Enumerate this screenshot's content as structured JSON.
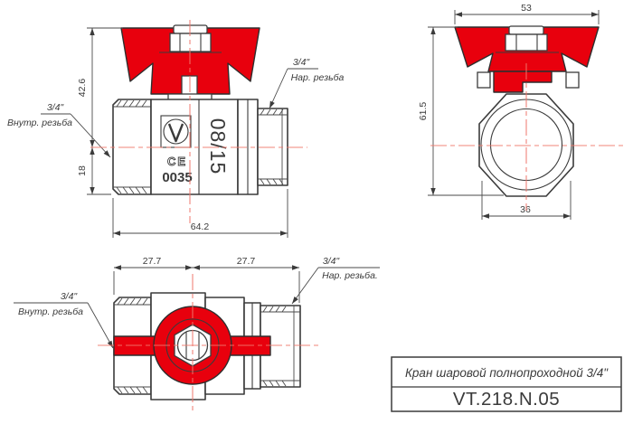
{
  "title_block": {
    "product_name": "Кран шаровой полнопроходной 3/4\"",
    "article": "VT.218.N.05"
  },
  "views": {
    "front": {
      "dim_height_upper": "42.6",
      "dim_height_lower": "18",
      "dim_length": "64.2",
      "label_internal_size": "3/4\"",
      "label_internal_thread": "Внутр. резьба",
      "label_external_size": "3/4\"",
      "label_external_thread": "Нар. резьба",
      "markings": {
        "ce_mark": "CE",
        "ce_number": "0035",
        "date_code": "08/15"
      }
    },
    "side": {
      "dim_width": "53",
      "dim_height": "61.5",
      "dim_bottom_width": "36"
    },
    "top": {
      "dim_left_half": "27.7",
      "dim_right_half": "27.7",
      "label_internal_size": "3/4\"",
      "label_internal_thread": "Внутр. резьба",
      "label_external_size": "3/4\"",
      "label_external_thread": "Нар. резьба."
    }
  },
  "icons": {
    "logo": "valtec-v-logo"
  },
  "colors": {
    "handle_red": "#e8000d",
    "line": "#3b3b3b",
    "centerline": "#ef776b",
    "background": "#ffffff"
  }
}
